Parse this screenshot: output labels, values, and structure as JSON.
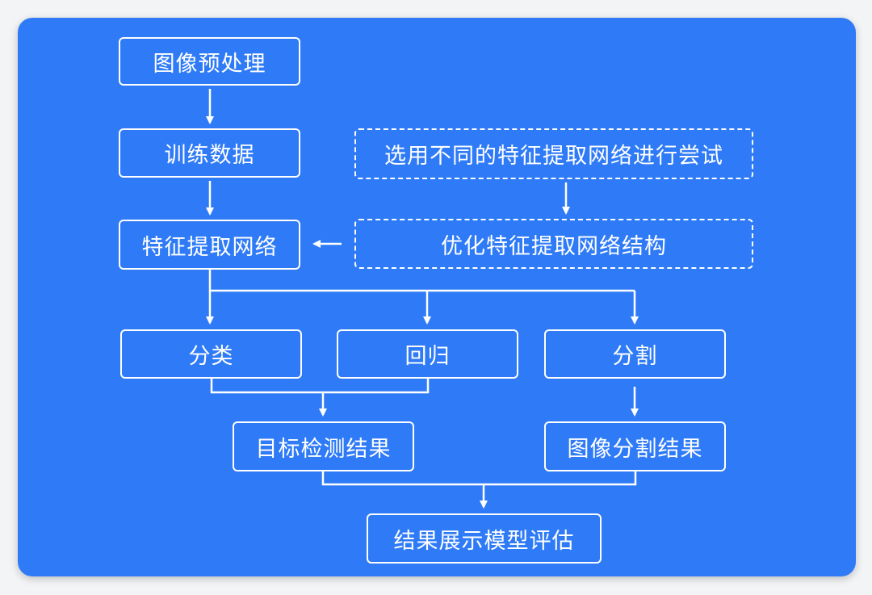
{
  "colors": {
    "panel": "#2f7bf7",
    "line": "#ffffff"
  },
  "nodes": {
    "preprocess": "图像预处理",
    "train": "训练数据",
    "feature": "特征提取网络",
    "try": "选用不同的特征提取网络进行尝试",
    "optimize": "优化特征提取网络结构",
    "classify": "分类",
    "regress": "回归",
    "segment": "分割",
    "detect": "目标检测结果",
    "segresult": "图像分割结果",
    "eval": "结果展示模型评估"
  }
}
